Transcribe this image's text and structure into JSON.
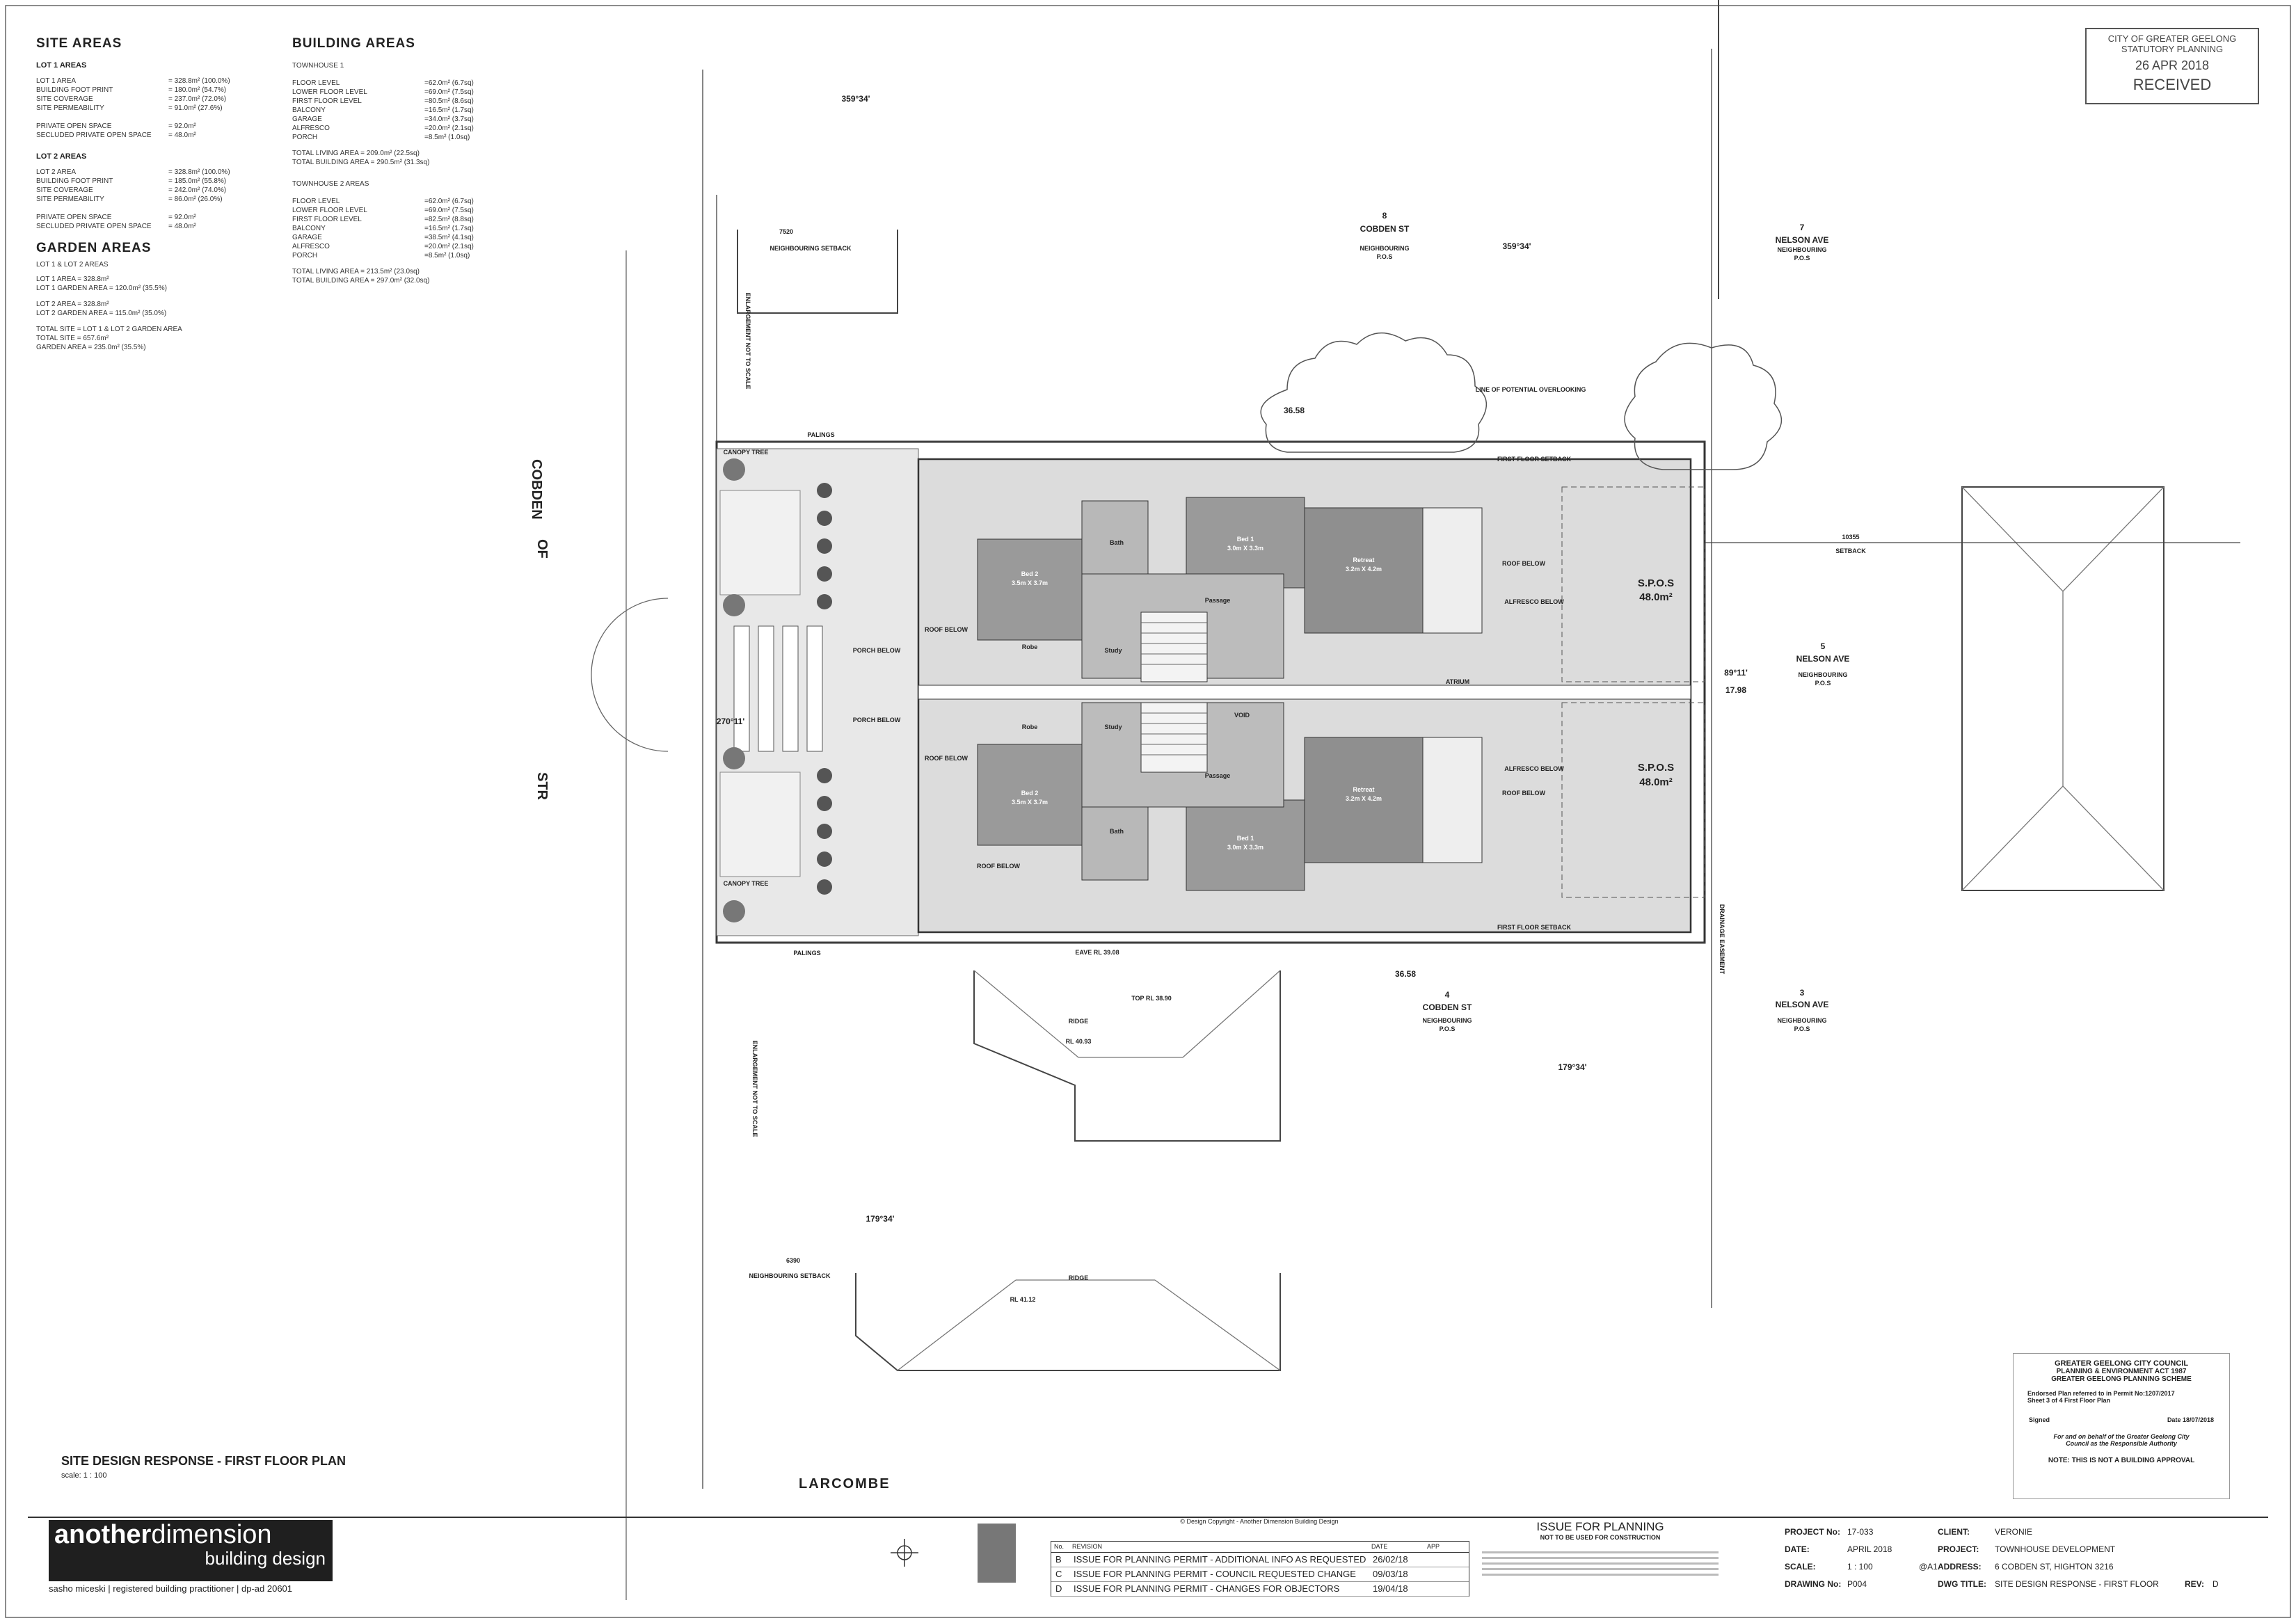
{
  "site_areas": {
    "title": "SITE AREAS",
    "lot1": {
      "heading": "LOT 1 AREAS",
      "rows": [
        {
          "k": "LOT 1 AREA",
          "v": "= 328.8m² (100.0%)"
        },
        {
          "k": "BUILDING FOOT PRINT",
          "v": "= 180.0m² (54.7%)"
        },
        {
          "k": "SITE COVERAGE",
          "v": "= 237.0m² (72.0%)"
        },
        {
          "k": "SITE PERMEABILITY",
          "v": "= 91.0m² (27.6%)"
        },
        {
          "k": "PRIVATE OPEN SPACE",
          "v": "= 92.0m²"
        },
        {
          "k": "SECLUDED PRIVATE OPEN SPACE",
          "v": "= 48.0m²"
        }
      ]
    },
    "lot2": {
      "heading": "LOT 2 AREAS",
      "rows": [
        {
          "k": "LOT 2 AREA",
          "v": "= 328.8m² (100.0%)"
        },
        {
          "k": "BUILDING FOOT PRINT",
          "v": "= 185.0m² (55.8%)"
        },
        {
          "k": "SITE COVERAGE",
          "v": "= 242.0m² (74.0%)"
        },
        {
          "k": "SITE PERMEABILITY",
          "v": "= 86.0m² (26.0%)"
        },
        {
          "k": "PRIVATE OPEN SPACE",
          "v": "= 92.0m²"
        },
        {
          "k": "SECLUDED PRIVATE OPEN SPACE",
          "v": "= 48.0m²"
        }
      ]
    }
  },
  "garden_areas": {
    "title": "GARDEN AREAS",
    "heading": "LOT 1 & LOT 2 AREAS",
    "lines": [
      "LOT 1 AREA = 328.8m²",
      "LOT 1 GARDEN AREA = 120.0m² (35.5%)",
      "LOT 2 AREA = 328.8m²",
      "LOT 2 GARDEN AREA = 115.0m² (35.0%)",
      "TOTAL SITE = LOT 1 & LOT 2 GARDEN AREA",
      "TOTAL SITE = 657.6m²",
      "GARDEN AREA = 235.0m² (35.5%)"
    ]
  },
  "building_areas": {
    "title": "BUILDING AREAS",
    "th1": {
      "heading": "TOWNHOUSE 1",
      "rows": [
        {
          "k": "FLOOR LEVEL",
          "v": "=62.0m² (6.7sq)"
        },
        {
          "k": "LOWER FLOOR LEVEL",
          "v": "=69.0m² (7.5sq)"
        },
        {
          "k": "FIRST FLOOR LEVEL",
          "v": "=80.5m² (8.6sq)"
        },
        {
          "k": "BALCONY",
          "v": "=16.5m² (1.7sq)"
        },
        {
          "k": "GARAGE",
          "v": "=34.0m² (3.7sq)"
        },
        {
          "k": "ALFRESCO",
          "v": "=20.0m² (2.1sq)"
        },
        {
          "k": "PORCH",
          "v": "=8.5m² (1.0sq)"
        }
      ],
      "total_living": "TOTAL LIVING AREA = 209.0m² (22.5sq)",
      "total_building": "TOTAL BUILDING AREA = 290.5m² (31.3sq)"
    },
    "th2": {
      "heading": "TOWNHOUSE 2 AREAS",
      "rows": [
        {
          "k": "FLOOR LEVEL",
          "v": "=62.0m² (6.7sq)"
        },
        {
          "k": "LOWER FLOOR LEVEL",
          "v": "=69.0m² (7.5sq)"
        },
        {
          "k": "FIRST FLOOR LEVEL",
          "v": "=82.5m² (8.8sq)"
        },
        {
          "k": "BALCONY",
          "v": "=16.5m² (1.7sq)"
        },
        {
          "k": "GARAGE",
          "v": "=38.5m² (4.1sq)"
        },
        {
          "k": "ALFRESCO",
          "v": "=20.0m² (2.1sq)"
        },
        {
          "k": "PORCH",
          "v": "=8.5m² (1.0sq)"
        }
      ],
      "total_living": "TOTAL LIVING AREA = 213.5m² (23.0sq)",
      "total_building": "TOTAL BUILDING AREA = 297.0m² (32.0sq)"
    }
  },
  "received_stamp": {
    "l1": "CITY OF GREATER GEELONG",
    "l2": "STATUTORY PLANNING",
    "l3": "26 APR 2018",
    "l4": "RECEIVED"
  },
  "plan_labels": {
    "street_cobden": "COBDEN",
    "street_of": "OF",
    "street_str": "STR",
    "larcombe": "LARCOMBE",
    "cobden8": "8",
    "cobden8b": "COBDEN ST",
    "nbr_pos": "NEIGHBOURING",
    "pos": "P.O.S",
    "nelson7": "7",
    "nelson7b": "NELSON AVE",
    "nelson5": "5",
    "nelson5b": "NELSON AVE",
    "nelson3": "3",
    "nelson3b": "NELSON AVE",
    "cobden4": "4",
    "cobden4b": "COBDEN ST",
    "spos1": "S.P.O.S",
    "spos1v": "48.0m²",
    "spos2": "S.P.O.S",
    "spos2v": "48.0m²",
    "setback_7520": "7520",
    "nbr_setback": "NEIGHBOURING SETBACK",
    "setback_6390": "6390",
    "nbr_setback2": "NEIGHBOURING SETBACK",
    "setback_10355": "10355",
    "setback": "SETBACK",
    "palings": "PALINGS",
    "eave_rl": "EAVE RL 39.08",
    "top_rl": "TOP RL 38.90",
    "ridge1": "RIDGE",
    "ridge1rl": "RL 40.93",
    "ridge2": "RIDGE",
    "ridge2rl": "RL 41.12",
    "bearing1": "359°34'",
    "bearing2": "359°34'",
    "bearing3": "179°34'",
    "bearing4": "179°34'",
    "bearing5": "270°11'",
    "bearing6": "89°11'",
    "dim1": "36.58",
    "dim2": "36.58",
    "dim3": "17.98",
    "bed1a": "Bed 1",
    "bed1a_sz": "3.0m X 3.3m",
    "bed1b": "Bed 1",
    "bed1b_sz": "3.0m X 3.3m",
    "bed2a": "Bed 2",
    "bed2a_sz": "3.5m X 3.7m",
    "bed2b": "Bed 2",
    "bed2b_sz": "3.5m X 3.7m",
    "retreat1": "Retreat",
    "retreat1_sz": "3.2m X 4.2m",
    "retreat2": "Retreat",
    "retreat2_sz": "3.2m X 4.2m",
    "bath": "Bath",
    "passage": "Passage",
    "robe": "Robe",
    "study": "Study",
    "void": "VOID",
    "atrium": "ATRIUM",
    "roof_below": "ROOF BELOW",
    "porch_below": "PORCH BELOW",
    "alfresco_below": "ALFRESCO BELOW",
    "canopy_tree": "CANOPY TREE",
    "first_floor_setback": "FIRST FLOOR SETBACK",
    "drainage": "DRAINAGE EASEMENT",
    "enlargement": "ENLARGEMENT NOT TO SCALE",
    "overlooking": "LINE OF POTENTIAL OVERLOOKING"
  },
  "council_stamp": {
    "l1": "GREATER GEELONG CITY COUNCIL",
    "l2": "PLANNING & ENVIRONMENT ACT 1987",
    "l3": "GREATER GEELONG PLANNING SCHEME",
    "l4": "Endorsed Plan referred to in Permit No:1207/2017",
    "l5": "Sheet  3  of  4    First Floor Plan",
    "l6": "Signed",
    "l7": "Date 18/07/2018",
    "l8": "For and on behalf of the Greater Geelong City",
    "l9": "Council as the Responsible Authority",
    "l10": "NOTE: THIS IS NOT A BUILDING APPROVAL"
  },
  "drawing_title": {
    "title": "SITE DESIGN RESPONSE - FIRST FLOOR PLAN",
    "scale": "scale:    1 : 100"
  },
  "logo": {
    "word1": "another",
    "word2": "dimension",
    "sub": "building design",
    "line1": "sasho miceski  |  registered building practitioner  |  dp-ad 20601"
  },
  "revisions": {
    "copyright": "© Design Copyright - Another Dimension Building Design",
    "h_no": "No.",
    "h_rev": "REVISION",
    "h_date": "DATE",
    "h_app": "APP",
    "rows": [
      {
        "n": "B",
        "t": "ISSUE FOR PLANNING PERMIT - ADDITIONAL INFO AS REQUESTED",
        "d": "26/02/18"
      },
      {
        "n": "C",
        "t": "ISSUE FOR PLANNING PERMIT - COUNCIL REQUESTED CHANGE",
        "d": "09/03/18"
      },
      {
        "n": "D",
        "t": "ISSUE FOR PLANNING PERMIT - CHANGES FOR OBJECTORS",
        "d": "19/04/18"
      }
    ]
  },
  "issue": {
    "title": "ISSUE FOR PLANNING",
    "sub": "NOT TO BE USED FOR CONSTRUCTION"
  },
  "title_block": {
    "project_no_k": "PROJECT No:",
    "project_no_v": "17-033",
    "date_k": "DATE:",
    "date_v": "APRIL 2018",
    "scale_k": "SCALE:",
    "scale_v": "1 : 100",
    "paper": "@A1",
    "drawing_no_k": "DRAWING No:",
    "drawing_no_v": "P004",
    "client_k": "CLIENT:",
    "client_v": "VERONIE",
    "project_k": "PROJECT:",
    "project_v": "TOWNHOUSE DEVELOPMENT",
    "address_k": "ADDRESS:",
    "address_v": "6 COBDEN ST, HIGHTON 3216",
    "dwg_title_k": "DWG TITLE:",
    "dwg_title_v": "SITE DESIGN RESPONSE - FIRST FLOOR",
    "rev_k": "REV:",
    "rev_v": "D"
  },
  "colors": {
    "room_dark": "#8f8f8f",
    "room_mid": "#b4b4b4",
    "room_light": "#d6d6d6",
    "line": "#333333"
  }
}
